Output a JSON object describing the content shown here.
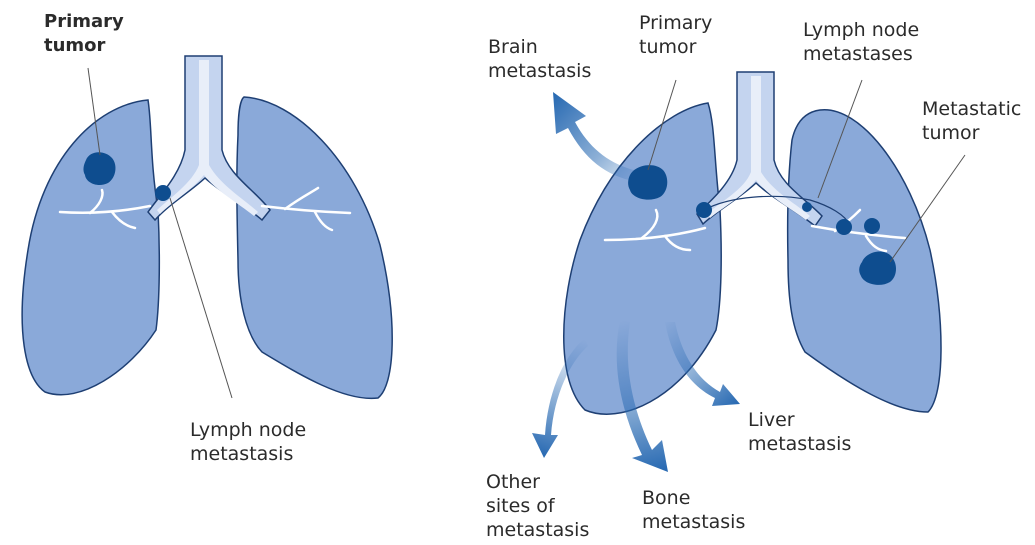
{
  "diagram": {
    "colors": {
      "lung_fill": "#8aa9d9",
      "lung_stroke": "#1e3f73",
      "trachea_fill": "#c4d4ef",
      "trachea_core": "#e8eef9",
      "tumor": "#0e4d8f",
      "arrow": "#2a6bb3",
      "leader_line": "#555555"
    },
    "left_panel": {
      "primary_tumor": [
        "Primary",
        "tumor"
      ],
      "lymph_node_metastasis": [
        "Lymph node",
        "metastasis"
      ]
    },
    "right_panel": {
      "brain_metastasis": [
        "Brain",
        "metastasis"
      ],
      "primary_tumor": [
        "Primary",
        "tumor"
      ],
      "lymph_node_metastases": [
        "Lymph node",
        "metastases"
      ],
      "metastatic_tumor": [
        "Metastatic",
        "tumor"
      ],
      "liver_metastasis": [
        "Liver",
        "metastasis"
      ],
      "bone_metastasis": [
        "Bone",
        "metastasis"
      ],
      "other_sites": [
        "Other",
        "sites of",
        "metastasis"
      ]
    }
  }
}
